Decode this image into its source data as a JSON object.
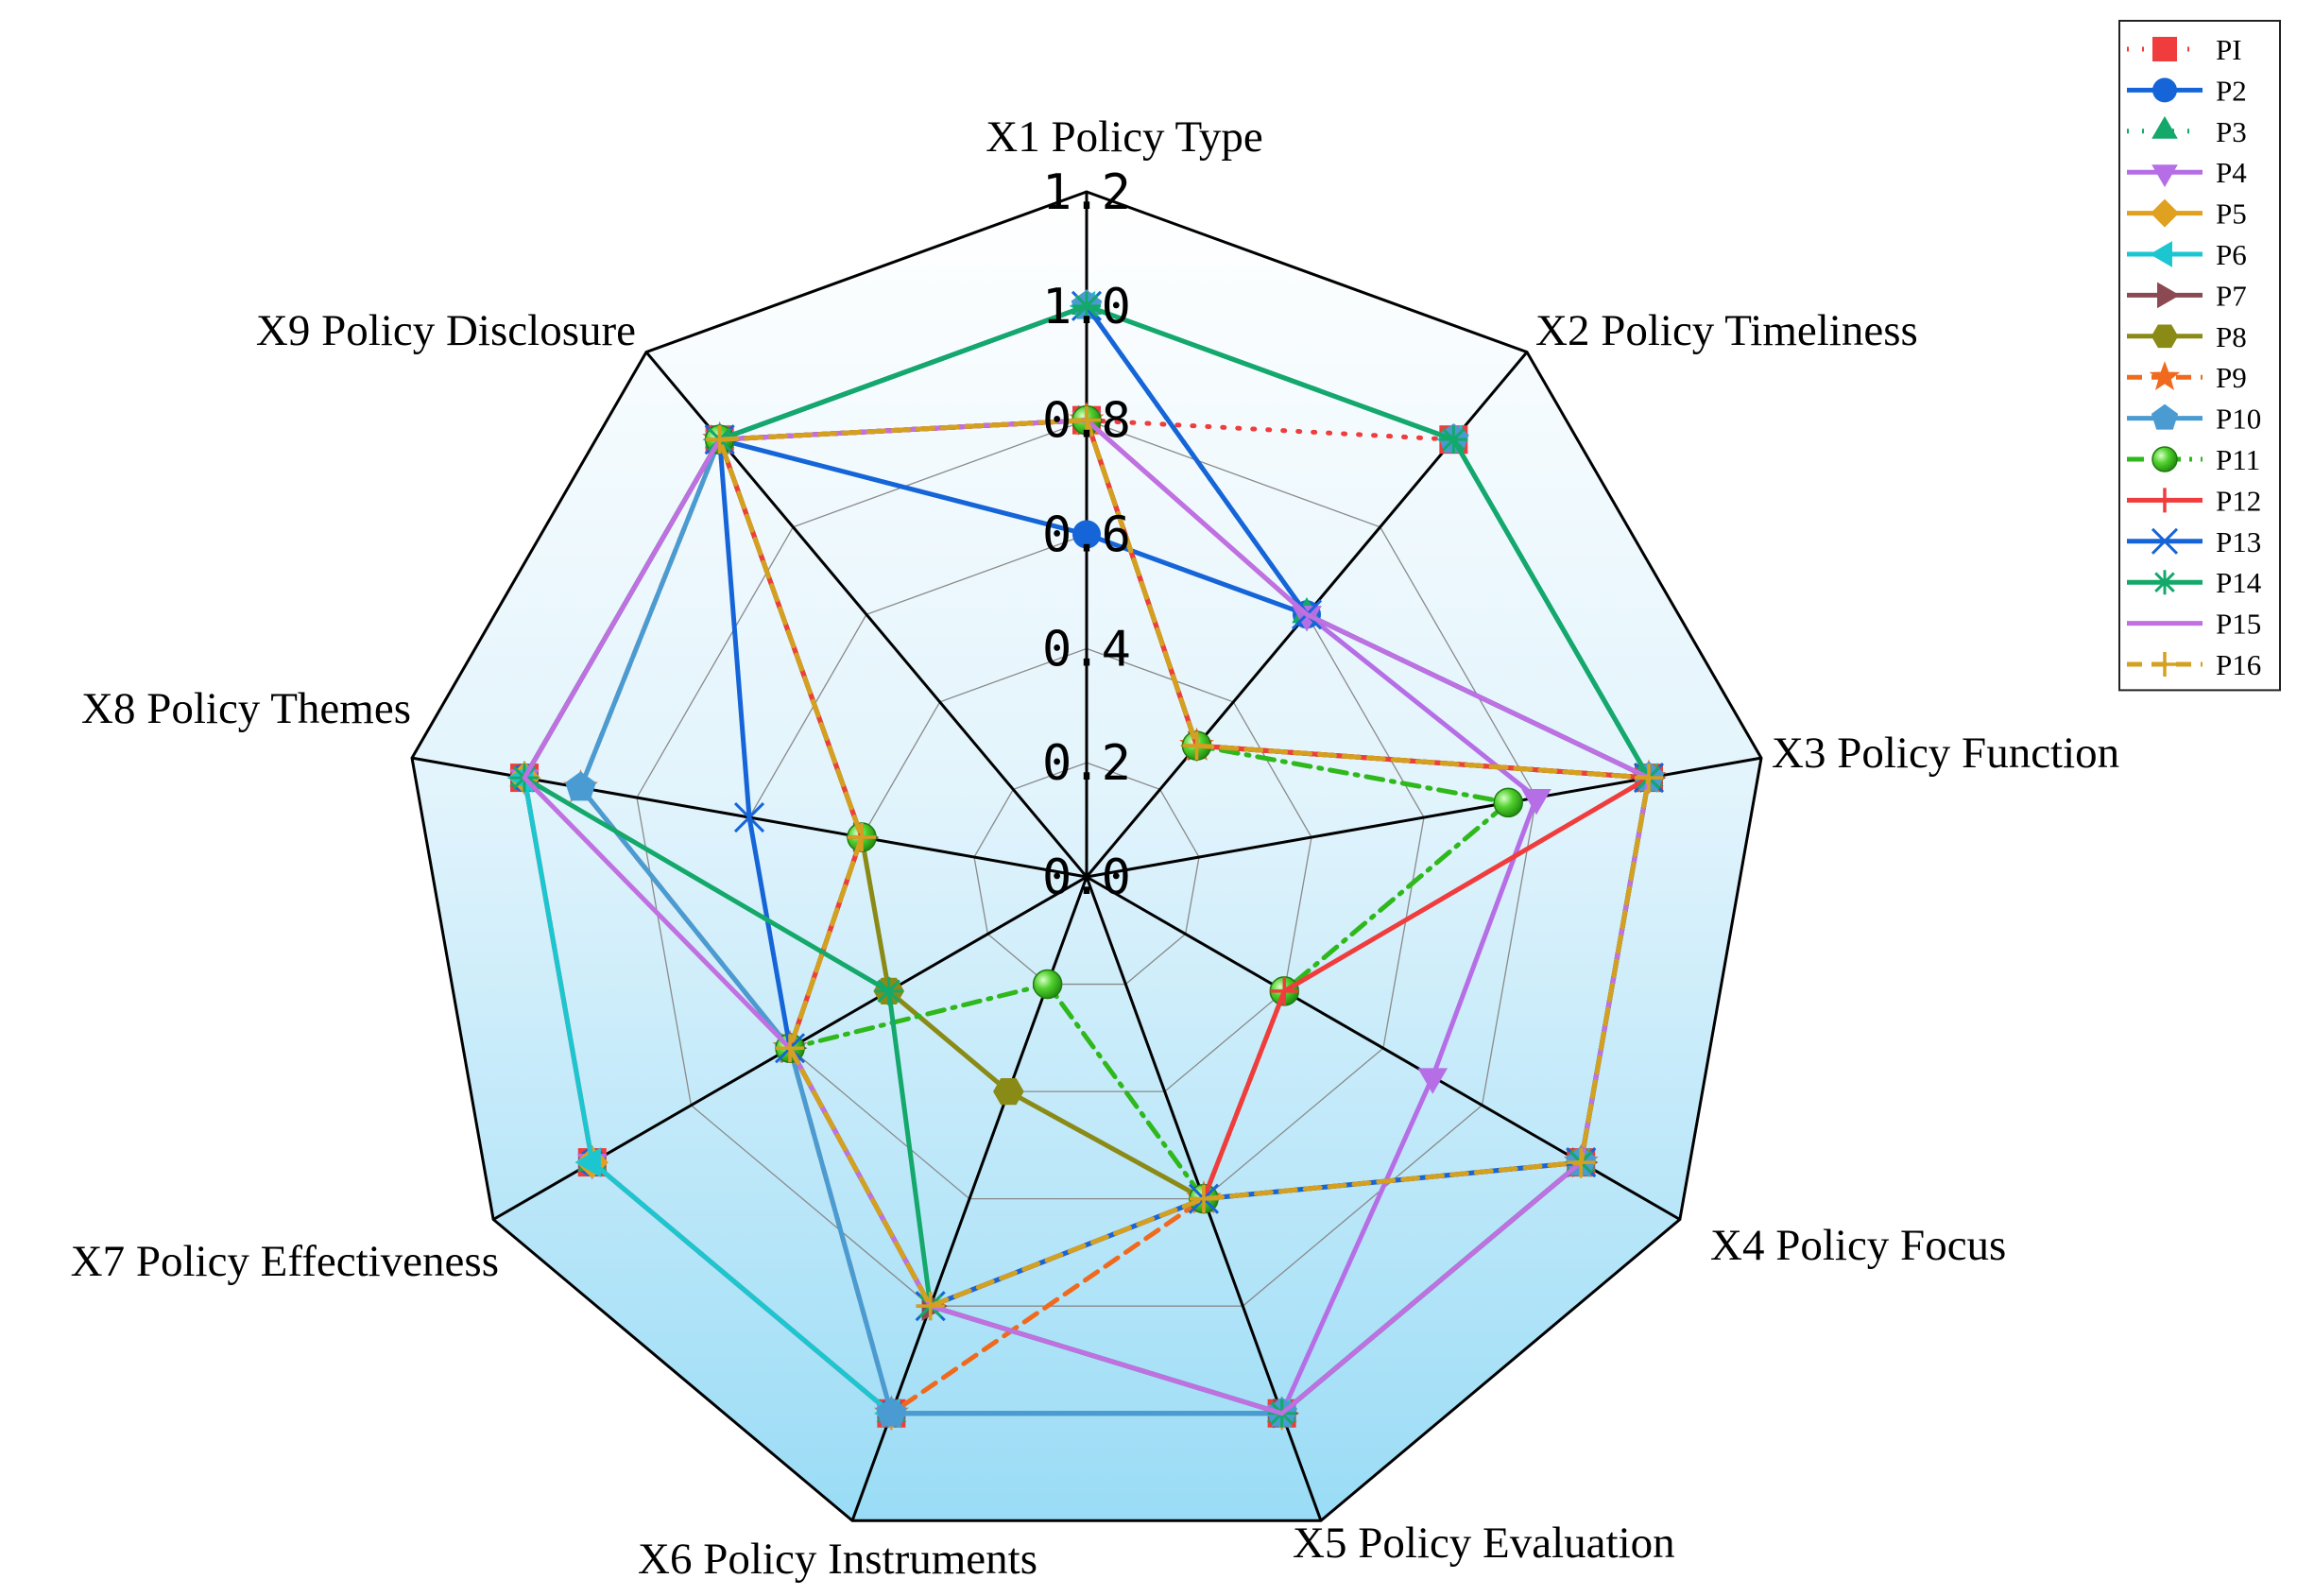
{
  "chart_data": {
    "type": "radar",
    "axes": [
      "X1 Policy Type",
      "X2 Policy Timeliness",
      "X3 Policy Function",
      "X4 Policy Focus",
      "X5 Policy Evaluation",
      "X6 Policy Instruments",
      "X7 Policy Effectiveness",
      "X8 Policy Themes",
      "X9 Policy Disclosure"
    ],
    "rlim": [
      0,
      1.2
    ],
    "ticks": [
      {
        "value": 0,
        "label": "0.0"
      },
      {
        "value": 0.2,
        "label": "0.2"
      },
      {
        "value": 0.4,
        "label": "0.4"
      },
      {
        "value": 0.6,
        "label": "0.6"
      },
      {
        "value": 0.8,
        "label": "0.8"
      },
      {
        "value": 1.0,
        "label": "1.0"
      },
      {
        "value": 1.2,
        "label": "1.2"
      }
    ],
    "grid": true,
    "legend": "top-right",
    "series": [
      {
        "name": "PI",
        "color": "#f03c3c",
        "dash": "dot",
        "marker": "square",
        "values": [
          0.8,
          1.0,
          1.0,
          1.0,
          1.0,
          1.0,
          1.0,
          1.0,
          1.0
        ]
      },
      {
        "name": "P2",
        "color": "#1565d8",
        "dash": "solid",
        "marker": "circle",
        "values": [
          0.6,
          0.6,
          1.0,
          1.0,
          1.0,
          1.0,
          1.0,
          1.0,
          1.0
        ]
      },
      {
        "name": "P3",
        "color": "#14a86b",
        "dash": "dot",
        "marker": "triangle-up",
        "values": [
          1.0,
          0.6,
          1.0,
          1.0,
          1.0,
          1.0,
          1.0,
          1.0,
          1.0
        ]
      },
      {
        "name": "P4",
        "color": "#b66ee6",
        "dash": "solid",
        "marker": "triangle-down",
        "values": [
          0.8,
          0.6,
          0.8,
          0.7,
          1.0,
          1.0,
          1.0,
          1.0,
          1.0
        ]
      },
      {
        "name": "P5",
        "color": "#e0a020",
        "dash": "solid",
        "marker": "diamond",
        "values": [
          0.8,
          0.3,
          1.0,
          1.0,
          1.0,
          1.0,
          1.0,
          1.0,
          1.0
        ]
      },
      {
        "name": "P6",
        "color": "#1cc6d0",
        "dash": "solid",
        "marker": "triangle-left",
        "values": [
          1.0,
          1.0,
          1.0,
          1.0,
          1.0,
          1.0,
          1.0,
          1.0,
          1.0
        ]
      },
      {
        "name": "P7",
        "color": "#8b4a52",
        "dash": "solid",
        "marker": "triangle-right",
        "values": [
          0.8,
          0.3,
          1.0,
          1.0,
          1.0,
          0.8,
          0.6,
          0.4,
          1.0
        ]
      },
      {
        "name": "P8",
        "color": "#8a8a16",
        "dash": "solid",
        "marker": "hexagon",
        "values": [
          0.8,
          0.3,
          1.0,
          1.0,
          0.6,
          0.4,
          0.4,
          0.4,
          1.0
        ]
      },
      {
        "name": "P9",
        "color": "#f06a1e",
        "dash": "dash",
        "marker": "star",
        "values": [
          0.8,
          0.3,
          1.0,
          1.0,
          0.6,
          1.0,
          0.6,
          0.9,
          1.0
        ]
      },
      {
        "name": "P10",
        "color": "#4a9bd2",
        "dash": "solid",
        "marker": "pentagon",
        "values": [
          1.0,
          1.0,
          1.0,
          1.0,
          1.0,
          1.0,
          0.6,
          0.9,
          1.0
        ]
      },
      {
        "name": "P11",
        "color": "#2fb81c",
        "dash": "dashdot",
        "marker": "ball",
        "values": [
          0.8,
          0.3,
          0.75,
          0.4,
          0.6,
          0.2,
          0.6,
          0.4,
          1.0
        ]
      },
      {
        "name": "P12",
        "color": "#f03c3c",
        "dash": "solid",
        "marker": "plus",
        "values": [
          0.8,
          0.3,
          1.0,
          0.4,
          0.6,
          0.8,
          0.6,
          0.4,
          1.0
        ]
      },
      {
        "name": "P13",
        "color": "#1565d8",
        "dash": "solid",
        "marker": "x",
        "values": [
          1.0,
          0.6,
          1.0,
          1.0,
          0.6,
          0.8,
          0.6,
          0.6,
          1.0
        ]
      },
      {
        "name": "P14",
        "color": "#14a86b",
        "dash": "solid",
        "marker": "asterisk",
        "values": [
          1.0,
          1.0,
          1.0,
          1.0,
          1.0,
          0.8,
          0.4,
          1.0,
          1.0
        ]
      },
      {
        "name": "P15",
        "color": "#c070e0",
        "dash": "solid",
        "marker": "none",
        "values": [
          0.8,
          0.6,
          1.0,
          1.0,
          1.0,
          0.8,
          0.6,
          1.0,
          1.0
        ]
      },
      {
        "name": "P16",
        "color": "#d4a020",
        "dash": "dash",
        "marker": "plus",
        "values": [
          0.8,
          0.3,
          1.0,
          1.0,
          0.6,
          0.8,
          0.6,
          0.4,
          1.0
        ]
      }
    ]
  }
}
